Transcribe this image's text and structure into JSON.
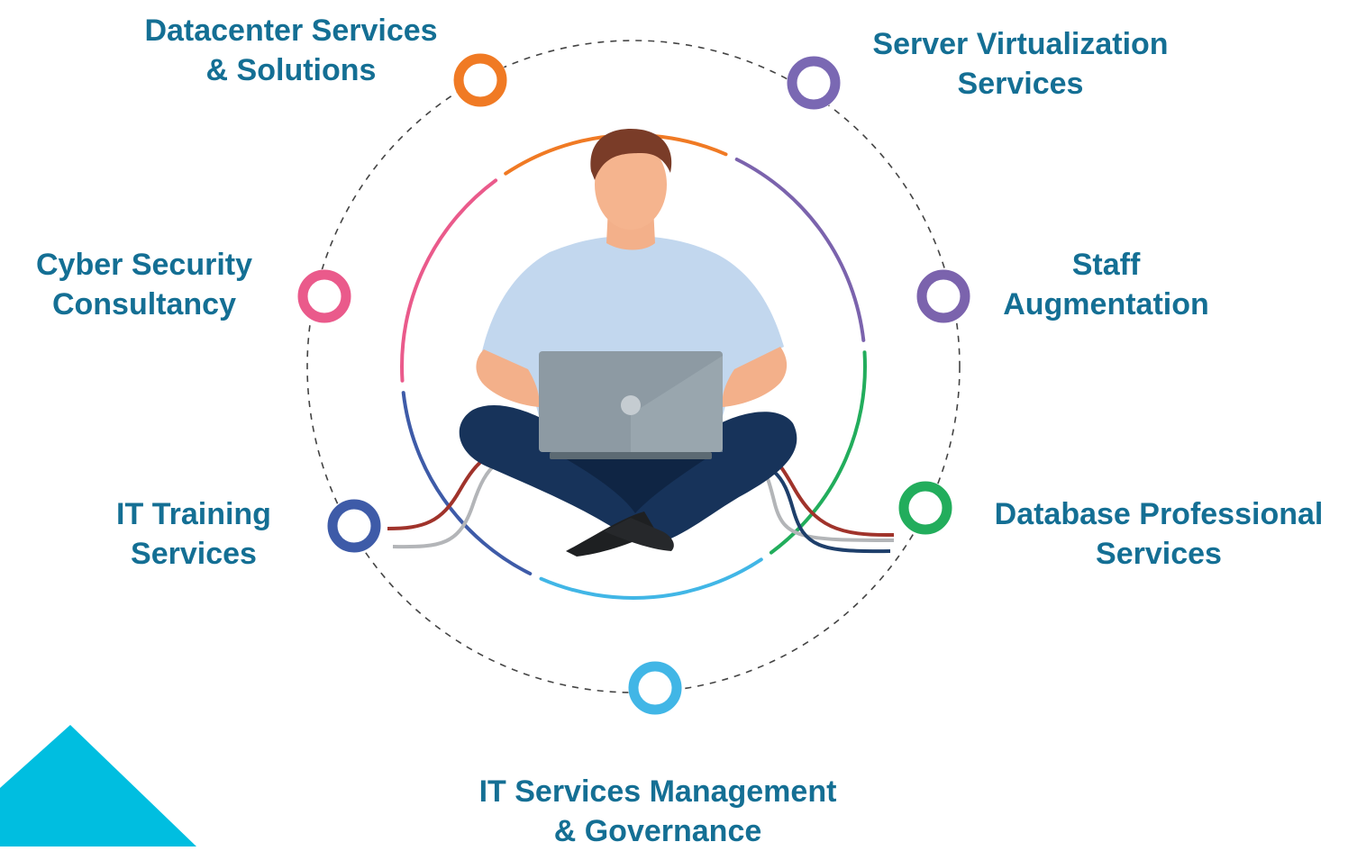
{
  "colors": {
    "label_text": "#146f94",
    "dashed_orbit": "#444444",
    "corner_triangle": "#00bee0"
  },
  "services": [
    {
      "id": "datacenter",
      "line1": "Datacenter Services",
      "line2": "& Solutions",
      "color": "#f07a24",
      "node_icon": "ring-icon"
    },
    {
      "id": "server-virtualization",
      "line1": "Server Virtualization",
      "line2": "Services",
      "color": "#7a68b3",
      "node_icon": "ring-icon"
    },
    {
      "id": "staff-augmentation",
      "line1": "Staff",
      "line2": "Augmentation",
      "color": "#7b63ad",
      "node_icon": "ring-icon"
    },
    {
      "id": "database",
      "line1": "Database Professional",
      "line2": "Services",
      "color": "#22ad5c",
      "node_icon": "ring-icon"
    },
    {
      "id": "itsm",
      "line1": "IT Services Management",
      "line2": "& Governance",
      "color": "#41b6e6",
      "node_icon": "ring-icon"
    },
    {
      "id": "it-training",
      "line1": "IT Training",
      "line2": "Services",
      "color": "#3e5ba8",
      "node_icon": "ring-icon"
    },
    {
      "id": "cyber-security",
      "line1": "Cyber Security",
      "line2": "Consultancy",
      "color": "#ea5a8b",
      "node_icon": "ring-icon"
    }
  ],
  "inner_ring_colors": [
    "#f07a24",
    "#7b63ad",
    "#22ad5c",
    "#41b6e6",
    "#3e5ba8",
    "#ea5a8b"
  ],
  "illustration": {
    "subject": "person-with-laptop-icon",
    "cable_colors": [
      "#a0332b",
      "#b3b5b8",
      "#1e3f6b"
    ]
  }
}
